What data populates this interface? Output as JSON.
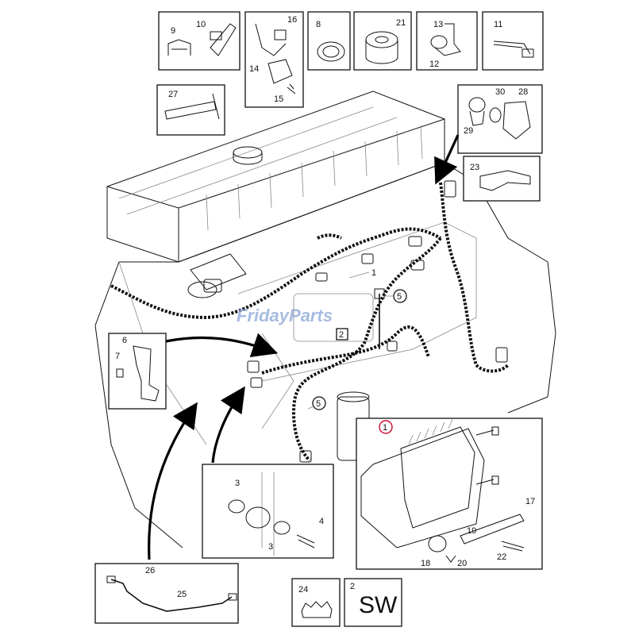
{
  "watermark": "FridayParts",
  "callouts": {
    "c1": "1",
    "c2": "2",
    "c3a": "3",
    "c3b": "3",
    "c4": "4",
    "c5a": "5",
    "c5b": "5",
    "c6": "6",
    "c7": "7",
    "c8": "8",
    "c9": "9",
    "c10": "10",
    "c11": "11",
    "c12": "12",
    "c13": "13",
    "c14": "14",
    "c15": "15",
    "c16": "16",
    "c17": "17",
    "c18": "18",
    "c19": "19",
    "c20": "20",
    "c21": "21",
    "c22": "22",
    "c23": "23",
    "c24": "24",
    "c25": "25",
    "c26": "26",
    "c27": "27",
    "c28": "28",
    "c29": "29",
    "c30": "30",
    "c1main": "1",
    "c2main": "2",
    "c2sw": "2"
  },
  "variant_label": "SW"
}
